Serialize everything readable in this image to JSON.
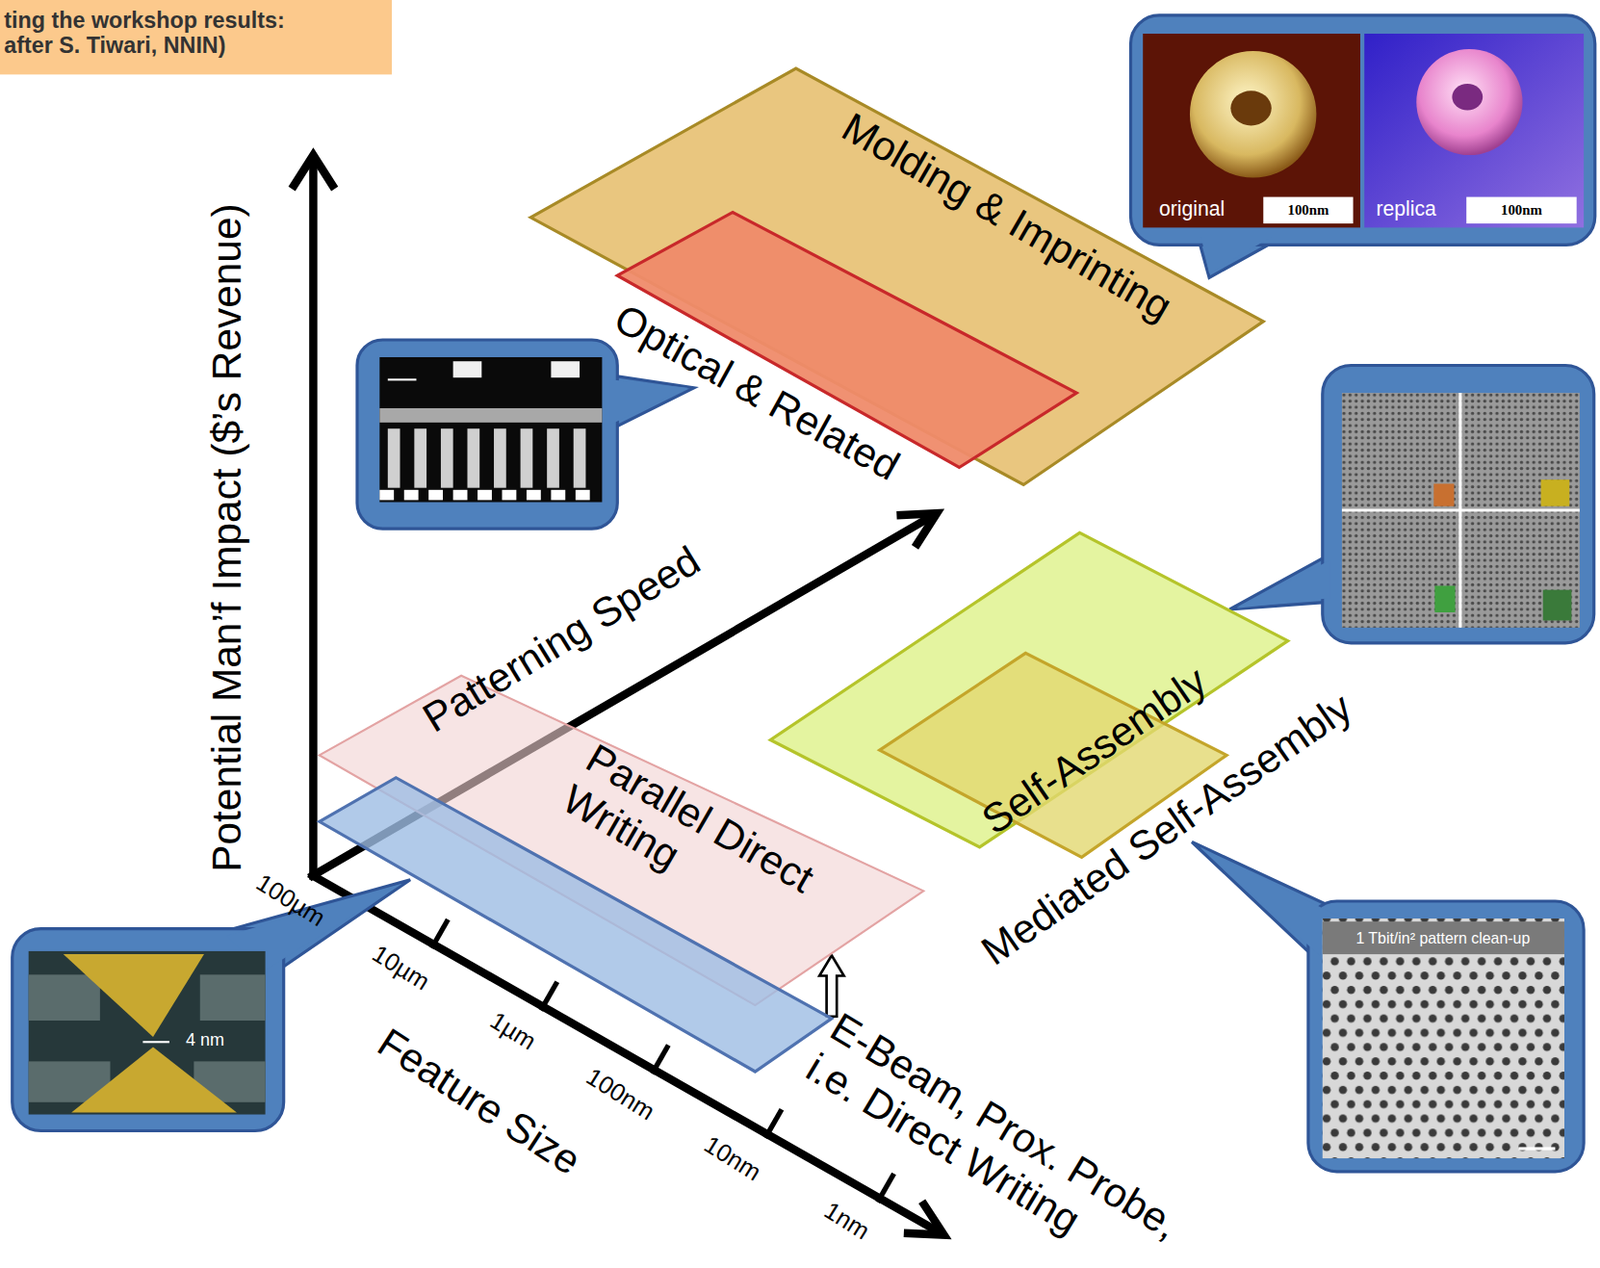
{
  "diagram": {
    "nodes": [
      {
        "text": [
          "ting the workshop results: after S. Tiwari, NNIN)"
        ]
      },
      {
        "text": [
          "Molding & Imprinting"
        ]
      },
      {
        "text": [
          "Optical & Related"
        ]
      },
      {
        "text": [
          "Parallel Direct Writing"
        ]
      },
      {
        "text": [
          "Self-Assembly"
        ]
      },
      {
        "text": [
          "Mediated Self-Assembly"
        ]
      },
      {
        "text": [
          "E-Beam, Prox. Probe, i.e. Direct Writing"
        ]
      }
    ],
    "edges": [
      {
        "from": 6,
        "to": 3,
        "arrow": "to"
      }
    ],
    "labels": [
      "Potential Man’f Impact ($’s Revenue)",
      "Patterning Speed",
      "100µm",
      "10µm",
      "1µm",
      "100nm",
      "10nm",
      "1nm",
      "Feature Size",
      "original",
      "100nm",
      "replica",
      "100nm",
      "4 nm",
      "1 Tbit/in² pattern clean-up"
    ]
  }
}
